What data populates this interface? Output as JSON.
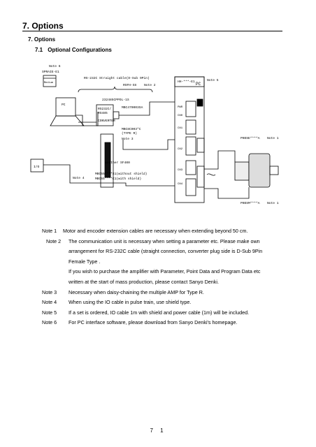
{
  "heading": {
    "chapter": "7. Options",
    "section": "7. Options",
    "subsection_num": "7.1",
    "subsection_title": "Optional Configurations"
  },
  "diagram": {
    "note6": "Note 6",
    "software": "SPRAIE-E1",
    "software_sub": "Medium",
    "rs232_label": "RS-232C Straight cable(D-Sub 9Pin)",
    "rs_part": "RSFH-SS",
    "note2": "Note 2",
    "pc": "PC",
    "conv_model": "232485CPPOL-1S",
    "conv_line1": "RS232C/",
    "conv_line2": "RS485",
    "conv_line3": "CONVERTER",
    "mbc_part": "MBC470003SA",
    "daisy_part1": "MBC8C003*C",
    "daisy_part2": "(TYPE R)",
    "note3": "Note 3",
    "amp_top": "HH-***-E1",
    "amp_pc": "PC",
    "note5": "Note 5",
    "cn_labels": [
      "PWR",
      "CN0",
      "CN1",
      "CN2",
      "CN3",
      "CN4"
    ],
    "enc_cable": "P0DSE****A",
    "note1a": "Note 1",
    "io": "I/O",
    "sf_label": "another SF400",
    "io_cable1": "MBC55****S1(without shield)",
    "io_cable2": "MBC55****C1(with shield)",
    "note4": "Note 4",
    "pwr_cable": "P0DSM****A",
    "note1b": "Note 1"
  },
  "notes": [
    {
      "label": "Note 1",
      "text": "Motor and encoder extension cables are necessary when extending beyond 50 cm."
    },
    {
      "label": "Note 2",
      "text": "The communication unit is necessary when setting a parameter etc. Please make own"
    },
    {
      "label": "",
      "text": "arrangement for RS-232C cable (straight connection, converter plug side is D-Sub 9Pin"
    },
    {
      "label": "",
      "text": "Female Type   ."
    },
    {
      "label": "",
      "text": "If you wish to purchase the amplifier with Parameter, Point Data and Program Data etc"
    },
    {
      "label": "",
      "text": "written at the start of mass production, please contact Sanyo Denki."
    },
    {
      "label": "Note 3",
      "text": "Necessary when daisy-chaining the multiple AMP for Type R."
    },
    {
      "label": "Note 4",
      "text": "When using the IO cable in pulse train, use shield type."
    },
    {
      "label": "Note 5",
      "text": "If a set is ordered, IO cable    1m with shield    and power cable (1m) will be included."
    },
    {
      "label": "Note 6",
      "text": "For PC interface software, please download from Sanyo Denki's homepage."
    }
  ],
  "footer": "7 1"
}
